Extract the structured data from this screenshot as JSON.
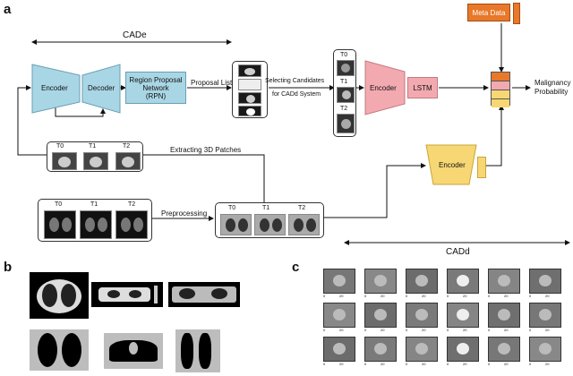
{
  "panels": {
    "a": "a",
    "b": "b",
    "c": "c"
  },
  "cade": {
    "label": "CADe"
  },
  "cadd": {
    "label": "CADd"
  },
  "encoder1": "Encoder",
  "decoder": "Decoder",
  "rpn": {
    "line1": "Region Proposal",
    "line2": "Network",
    "line3": "(RPN)"
  },
  "proposal_list": "Proposal List",
  "selecting": {
    "line1": "Selecting Candidates",
    "line2": "for CADd System"
  },
  "encoder2": "Encoder",
  "lstm": "LSTM",
  "meta_data": "Meta Data",
  "malignancy": {
    "line1": "Malignancy",
    "line2": "Probability"
  },
  "encoder3": "Encoder",
  "extracting": "Extracting 3D Patches",
  "preprocessing": "Preprocessing",
  "timepoints": {
    "t0": "T0",
    "t1": "T1",
    "t2": "T2"
  },
  "colors": {
    "encoder_blue": "#a9d6e5",
    "lstm_pink": "#f2aab0",
    "encoder2_pink": "#f2aab0",
    "encoder3_yellow": "#f7d774",
    "meta_orange": "#e8782a"
  },
  "panel_c": {
    "ticks": [
      "0",
      "20",
      "0",
      "20",
      "0",
      "20",
      "0",
      "20",
      "0",
      "20",
      "0",
      "20"
    ]
  }
}
